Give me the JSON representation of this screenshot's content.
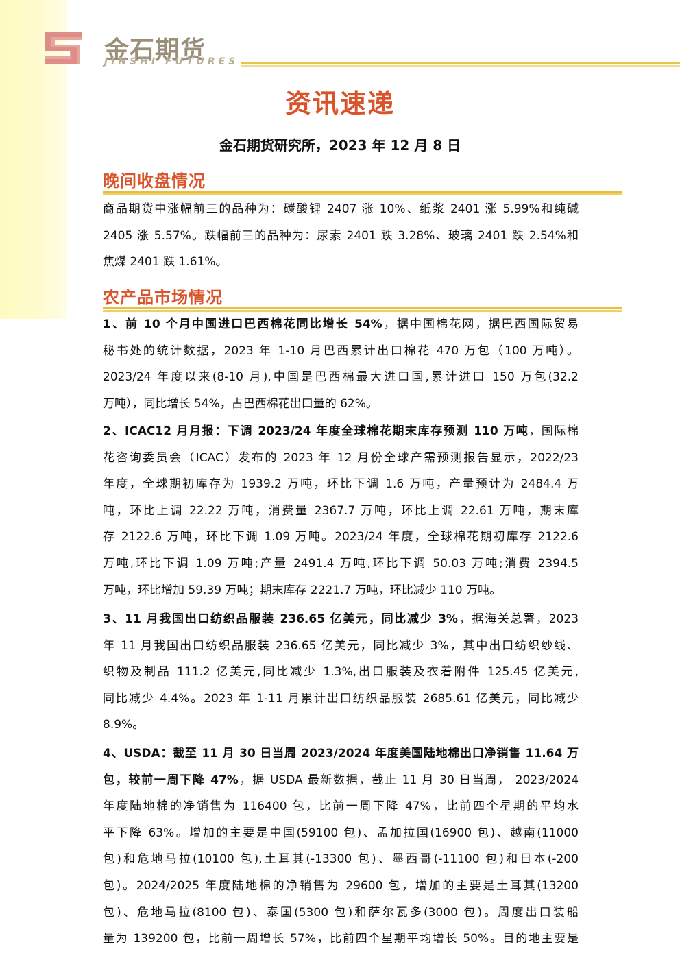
{
  "header": {
    "logo_cn": "金石期货",
    "logo_en": "JINSHI FUTURES"
  },
  "title": "资讯速递",
  "subtitle": "金石期货研究所，2023 年 12 月 8 日",
  "section1": {
    "heading": "晚间收盘情况",
    "lines": [
      "商品期货中涨幅前三的品种为：碳酸锂 2407 涨 10%、纸浆 2401 涨 5.99%和纯碱",
      "2405 涨 5.57%。跌幅前三的品种为：尿素 2401 跌 3.28%、玻璃 2401 跌 2.54%和",
      "焦煤 2401 跌 1.61%。"
    ]
  },
  "section2": {
    "heading": "农产品市场情况",
    "items": [
      {
        "lead": "1、前 10 个月中国进口巴西棉花同比增长 54%",
        "lines": [
          "，据中国棉花网，据巴西国际贸易",
          "秘书处的统计数据，2023 年 1-10 月巴西累计出口棉花 470 万包（100 万吨）。",
          "2023/24 年度以来(8-10 月),中国是巴西棉最大进口国,累计进口 150 万包(32.2",
          "万吨），同比增长 54%，占巴西棉花出口量的 62%。"
        ]
      },
      {
        "lead": "2、ICAC12 月月报：下调 2023/24 年度全球棉花期末库存预测 110 万吨",
        "lines": [
          "，国际棉",
          "花咨询委员会（ICAC）发布的 2023 年 12 月份全球产需预测报告显示，2022/23",
          "年度，全球期初库存为 1939.2 万吨，环比下调 1.6 万吨，产量预计为 2484.4 万",
          "吨，环比上调 22.22 万吨，消费量 2367.7 万吨，环比上调 22.61 万吨，期末库",
          "存 2122.6 万吨，环比下调 1.09 万吨。2023/24 年度，全球棉花期初库存 2122.6",
          "万吨,环比下调 1.09 万吨;产量 2491.4 万吨,环比下调 50.03 万吨;消费 2394.5",
          "万吨，环比增加 59.39 万吨；期末库存 2221.7 万吨，环比减少 110 万吨。"
        ]
      },
      {
        "lead": "3、11 月我国出口纺织品服装 236.65 亿美元，同比减少 3%",
        "lines": [
          "，据海关总署，2023",
          "年 11 月我国出口纺织品服装 236.65 亿美元，同比减少 3%，其中出口纺织纱线、",
          "织物及制品 111.2 亿美元,同比减少 1.3%,出口服装及衣着附件 125.45 亿美元,",
          "同比减少 4.4%。2023 年 1-11 月累计出口纺织品服装 2685.61 亿美元，同比减少",
          "8.9%。"
        ]
      },
      {
        "lead": "4、USDA：截至 11 月 30 日当周 2023/2024 年度美国陆地棉出口净销售 11.64 万",
        "lead2": "包，较前一周下降 47%",
        "lines": [
          "，据 USDA 最新数据，截止 11 月 30 日当周， 2023/2024",
          "年度陆地棉的净销售为 116400 包，比前一周下降 47%，比前四个星期的平均水",
          "平下降 63%。增加的主要是中国(59100 包)、孟加拉国(16900 包)、越南(11000",
          "包)和危地马拉(10100 包),土耳其(-13300 包)、墨西哥(-11100 包)和日本(-200",
          "包)。2024/2025 年度陆地棉的净销售为 29600 包，增加的主要是土耳其(13200",
          "包)、危地马拉(8100 包)、泰国(5300 包)和萨尔瓦多(3000 包)。周度出口装船",
          "量为 139200 包，比前一周增长 57%，比前四个星期平均增长 50%。目的地主要是"
        ]
      }
    ]
  },
  "colors": {
    "accent": "#d9542b",
    "rule": "#e8bf3c",
    "sidebar": "#fdfbc0",
    "logo": "#9b8f7a"
  }
}
